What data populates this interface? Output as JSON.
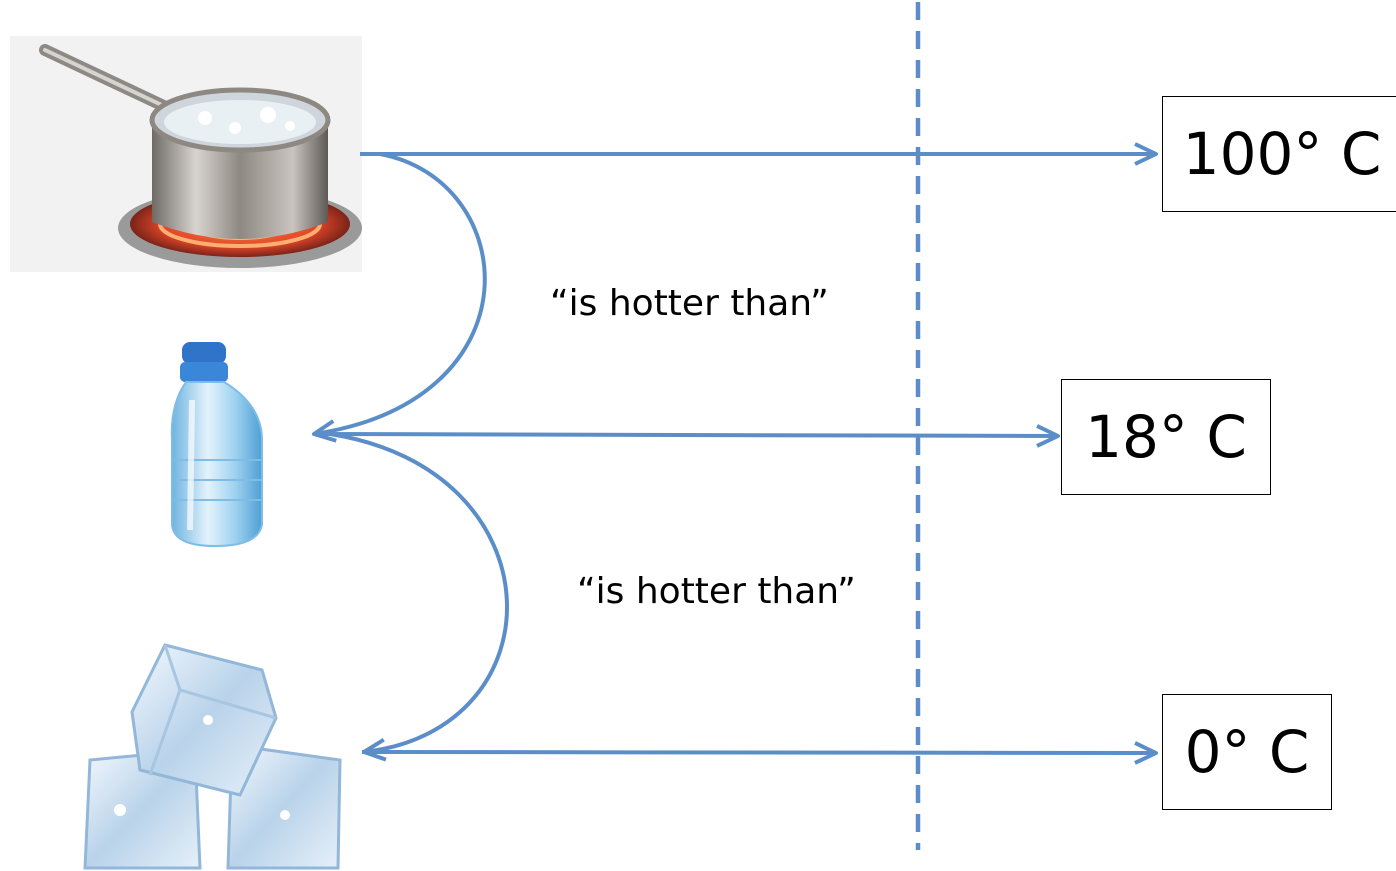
{
  "colors": {
    "arrow": "#5b8ec9",
    "divider": "#5b8ec9",
    "box_border": "#000000",
    "text": "#000000"
  },
  "objects": [
    {
      "icon": "boiling-pot-on-stove-icon"
    },
    {
      "icon": "water-bottle-icon"
    },
    {
      "icon": "ice-cubes-icon"
    }
  ],
  "temperatures": [
    "100° C",
    "18° C",
    "0° C"
  ],
  "relations": [
    "“is hotter than”",
    "“is hotter than”"
  ]
}
